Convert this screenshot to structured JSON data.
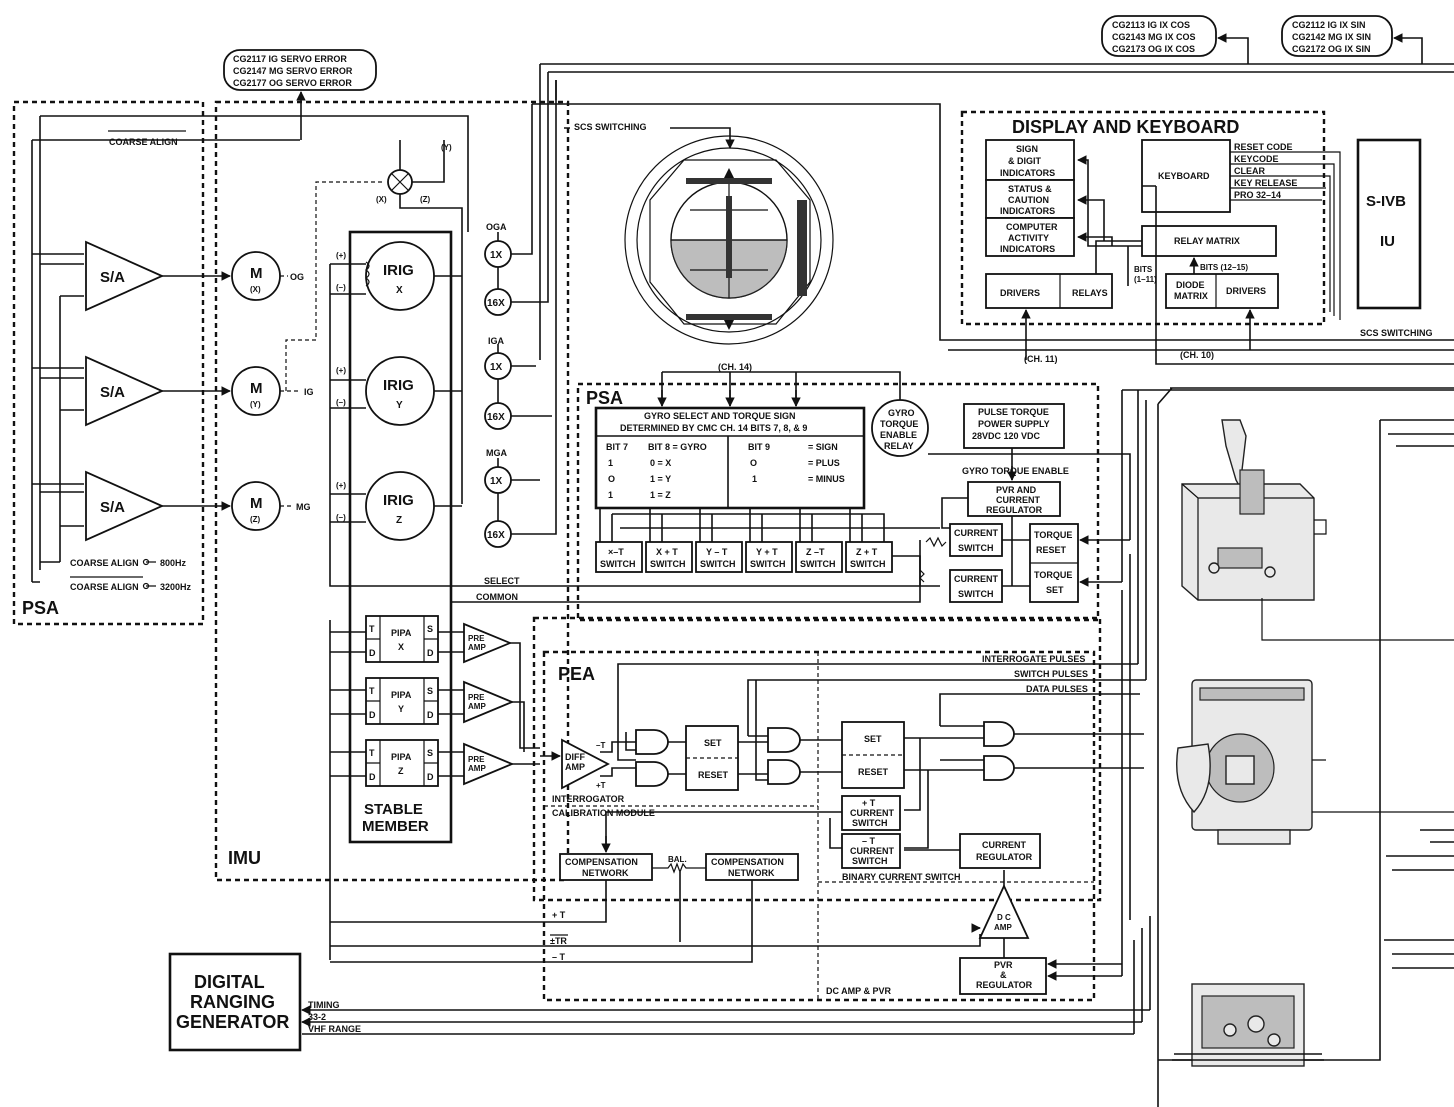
{
  "servo_error": [
    "CG2117 IG SERVO ERROR",
    "CG2147 MG SERVO ERROR",
    "CG2177 OG SERVO ERROR"
  ],
  "ix_cos": [
    "CG2113 IG IX COS",
    "CG2143 MG IX COS",
    "CG2173 OG IX COS"
  ],
  "ix_sin": [
    "CG2112 IG IX SIN",
    "CG2142 MG IX SIN",
    "CG2172 OG IX SIN"
  ],
  "psa_left": {
    "title": "PSA",
    "coarse_align": "COARSE ALIGN",
    "sa": "S/A",
    "coarse_800": "COARSE ALIGN",
    "hz_800": "800Hz",
    "coarse_3200": "COARSE ALIGN",
    "hz_3200": "3200Hz"
  },
  "motors": [
    {
      "m": "M",
      "axis": "(X)",
      "out": "OG"
    },
    {
      "m": "M",
      "axis": "(Y)",
      "out": "IG"
    },
    {
      "m": "M",
      "axis": "(Z)",
      "out": "MG"
    }
  ],
  "imu": {
    "title": "IMU",
    "irig": "IRIG",
    "irig_axes": [
      "X",
      "Y",
      "Z"
    ],
    "plus": "(+)",
    "minus": "(–)",
    "stable_member_1": "STABLE",
    "stable_member_2": "MEMBER",
    "x_sum": "(X)",
    "z_sum": "(Z)",
    "y_sum": "(Y)",
    "pipa": "PIPA",
    "pipa_axes": [
      "X",
      "Y",
      "Z"
    ],
    "pipa_t": "T",
    "pipa_d": "D",
    "pipa_s": "S",
    "preamp_1": "PRE",
    "preamp_2": "AMP"
  },
  "resolvers": {
    "oga": "OGA",
    "iga": "IGA",
    "mga": "MGA",
    "one_x": "1X",
    "sixteen_x": "16X"
  },
  "scs_switching": "SCS SWITCHING",
  "scs_switching_right": "SCS SWITCHING",
  "select": "SELECT",
  "common": "COMMON",
  "dk": {
    "title": "DISPLAY AND KEYBOARD",
    "sign_digit": [
      "SIGN",
      "& DIGIT",
      "INDICATORS"
    ],
    "status_caution": [
      "STATUS &",
      "CAUTION",
      "INDICATORS"
    ],
    "computer_activity": [
      "COMPUTER",
      "ACTIVITY",
      "INDICATORS"
    ],
    "keyboard": "KEYBOARD",
    "relay_matrix": "RELAY MATRIX",
    "drivers": "DRIVERS",
    "relays": "RELAYS",
    "diode_matrix": [
      "DIODE",
      "MATRIX"
    ],
    "drivers2": "DRIVERS",
    "bits_1_11": "BITS",
    "bits_1_11b": "(1–11)",
    "bits_12_15": "BITS (12–15)",
    "key_lines": [
      "RESET CODE",
      "KEYCODE",
      "CLEAR",
      "KEY RELEASE",
      "PRO 32–14"
    ],
    "ch11": "(CH. 11)",
    "ch10": "(CH. 10)"
  },
  "sivb": {
    "line1": "S-IVB",
    "line2": "IU"
  },
  "psa_mid": {
    "title": "PSA",
    "ch14": "(CH. 14)",
    "gyro_select_1": "GYRO SELECT AND TORQUE SIGN",
    "gyro_select_2": "DETERMINED BY CMC CH. 14 BITS 7, 8, & 9",
    "table_left": [
      [
        "BIT 7",
        "BIT 8 = GYRO"
      ],
      [
        "1",
        "0  =  X"
      ],
      [
        "O",
        "1  =  Y"
      ],
      [
        "1",
        "1  =  Z"
      ]
    ],
    "table_right": [
      [
        "BIT 9",
        "= SIGN"
      ],
      [
        "O",
        "= PLUS"
      ],
      [
        "1",
        "= MINUS"
      ]
    ],
    "gyro_torque_enable_relay": [
      "GYRO",
      "TORQUE",
      "ENABLE",
      "RELAY"
    ],
    "pulse_torque": [
      "PULSE TORQUE",
      "POWER SUPPLY",
      "28VDC   120 VDC"
    ],
    "gyro_torque_enable": "GYRO TORQUE ENABLE",
    "pvr_current": [
      "PVR AND",
      "CURRENT",
      "REGULATOR"
    ],
    "switches": [
      [
        "×–T",
        "SWITCH"
      ],
      [
        "X + T",
        "SWITCH"
      ],
      [
        "Y – T",
        "SWITCH"
      ],
      [
        "Y + T",
        "SWITCH"
      ],
      [
        "Z –T",
        "SWITCH"
      ],
      [
        "Z + T",
        "SWITCH"
      ]
    ],
    "current_switch": [
      "CURRENT",
      "SWITCH"
    ],
    "torque_reset": [
      "TORQUE",
      "RESET"
    ],
    "torque_set": [
      "TORQUE",
      "SET"
    ]
  },
  "pea": {
    "title": "PEA",
    "interrogate_pulses": "INTERROGATE PULSES",
    "switch_pulses": "SWITCH PULSES",
    "data_pulses": "DATA PULSES",
    "diff_amp": [
      "DIFF",
      "AMP"
    ],
    "minus_t": "–T",
    "plus_t": "+T",
    "set": "SET",
    "reset": "RESET",
    "interrogator": "INTERROGATOR",
    "calibration_module": "CALIBRATION MODULE",
    "plus_t_switch": [
      "+ T",
      "CURRENT",
      "SWITCH"
    ],
    "minus_t_switch": [
      "– T",
      "CURRENT",
      "SWITCH"
    ],
    "current_regulator": [
      "CURRENT",
      "REGULATOR"
    ],
    "binary_current_switch": "BINARY CURRENT SWITCH",
    "compensation_network": [
      "COMPENSATION",
      "NETWORK"
    ],
    "bal": "BAL.",
    "dc_amp": [
      "D C",
      "AMP"
    ],
    "pvr_reg": [
      "PVR",
      "&",
      "REGULATOR"
    ],
    "dc_amp_pvr": "DC AMP & PVR",
    "plus_t_line": "+ T",
    "pm_tr_line": "±TR",
    "minus_t_line": "– T"
  },
  "drg": {
    "line1": "DIGITAL",
    "line2": "RANGING",
    "line3": "GENERATOR",
    "timing": "TIMING",
    "s332": "33-2",
    "vhf": "VHF RANGE"
  }
}
